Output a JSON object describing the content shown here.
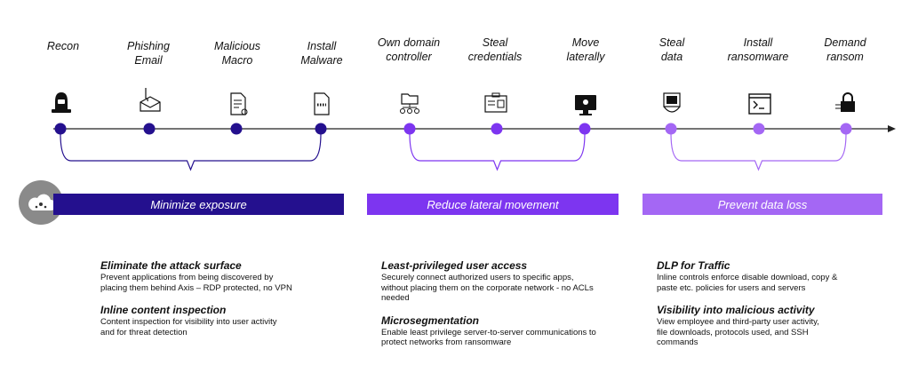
{
  "stages": [
    {
      "label": "Recon",
      "icon": "hacker-icon",
      "group": 0
    },
    {
      "label": "Phishing\nEmail",
      "icon": "phishing-email-icon",
      "group": 0
    },
    {
      "label": "Malicious\nMacro",
      "icon": "malicious-document-icon",
      "group": 0
    },
    {
      "label": "Install\nMalware",
      "icon": "binary-file-icon",
      "group": 0
    },
    {
      "label": "Own domain\ncontroller",
      "icon": "domain-controller-icon",
      "group": 1
    },
    {
      "label": "Steal\ncredentials",
      "icon": "id-card-icon",
      "group": 1
    },
    {
      "label": "Move\nlaterally",
      "icon": "infected-monitor-icon",
      "group": 1
    },
    {
      "label": "Steal\ndata",
      "icon": "data-theft-icon",
      "group": 2
    },
    {
      "label": "Install\nransomware",
      "icon": "terminal-icon",
      "group": 2
    },
    {
      "label": "Demand\nransom",
      "icon": "ransom-lock-icon",
      "group": 2
    }
  ],
  "colors": {
    "dark": "#24108e",
    "mid": "#7d35f0",
    "light": "#a467f4"
  },
  "bands": [
    {
      "label": "Minimize exposure"
    },
    {
      "label": "Reduce lateral movement"
    },
    {
      "label": "Prevent data loss"
    }
  ],
  "columns": [
    {
      "items": [
        {
          "title": "Eliminate the attack surface",
          "text": "Prevent applications from being discovered by\nplacing them behind Axis – RDP protected, no VPN"
        },
        {
          "title": "Inline content inspection",
          "text": "Content inspection for visibility into user activity\nand for threat detection"
        }
      ]
    },
    {
      "items": [
        {
          "title": "Least-privileged user access",
          "text": "Securely connect authorized users to specific apps,\nwithout placing them on the corporate network - no ACLs\nneeded"
        },
        {
          "title": "Microsegmentation",
          "text": "Enable least privilege server-to-server communications to\nprotect networks from ransomware"
        }
      ]
    },
    {
      "items": [
        {
          "title": "DLP for Traffic",
          "text": "Inline controls enforce disable download, copy &\npaste etc. policies for users and servers"
        },
        {
          "title": "Visibility into malicious activity",
          "text": "View employee and third-party user activity,\nfile downloads, protocols used, and SSH\ncommands"
        }
      ]
    }
  ]
}
